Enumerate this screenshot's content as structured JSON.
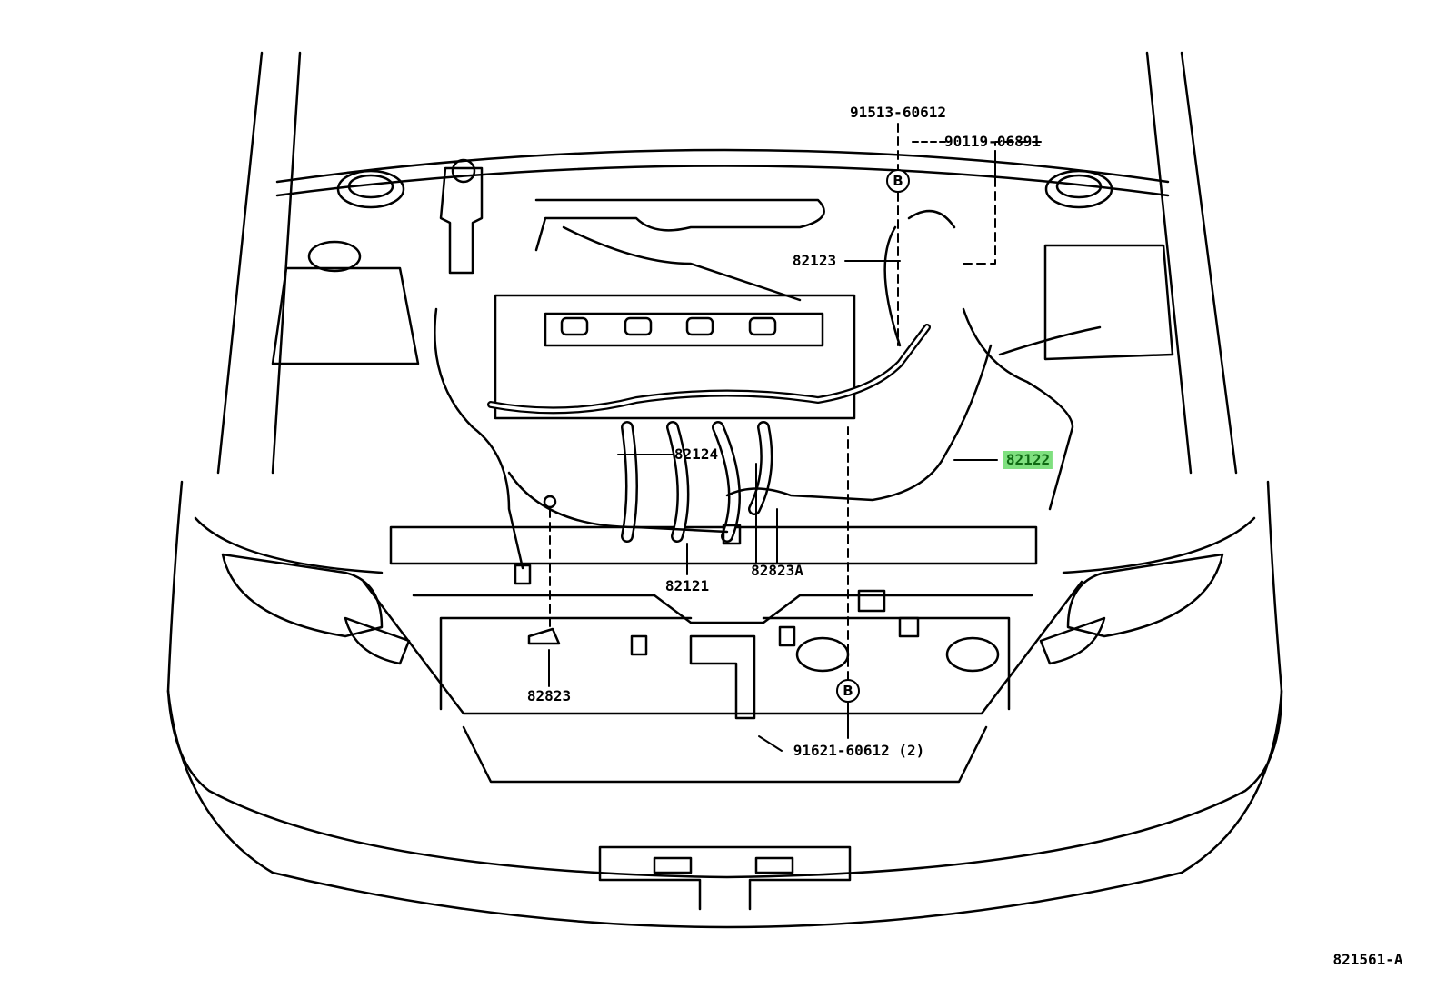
{
  "diagram": {
    "figure_id": "821561-A",
    "highlight_color": "#7fe07f",
    "callouts": {
      "c91513": "91513-60612",
      "c90119": "90119-06891",
      "c82123": "82123",
      "c82124": "82124",
      "c82122": "82122",
      "c82823A": "82823A",
      "c82121": "82121",
      "c82823": "82823",
      "c91621": "91621-60612 (2)"
    },
    "ref_marks": {
      "top": "B",
      "bottom": "B"
    },
    "highlighted_part": "82122"
  }
}
